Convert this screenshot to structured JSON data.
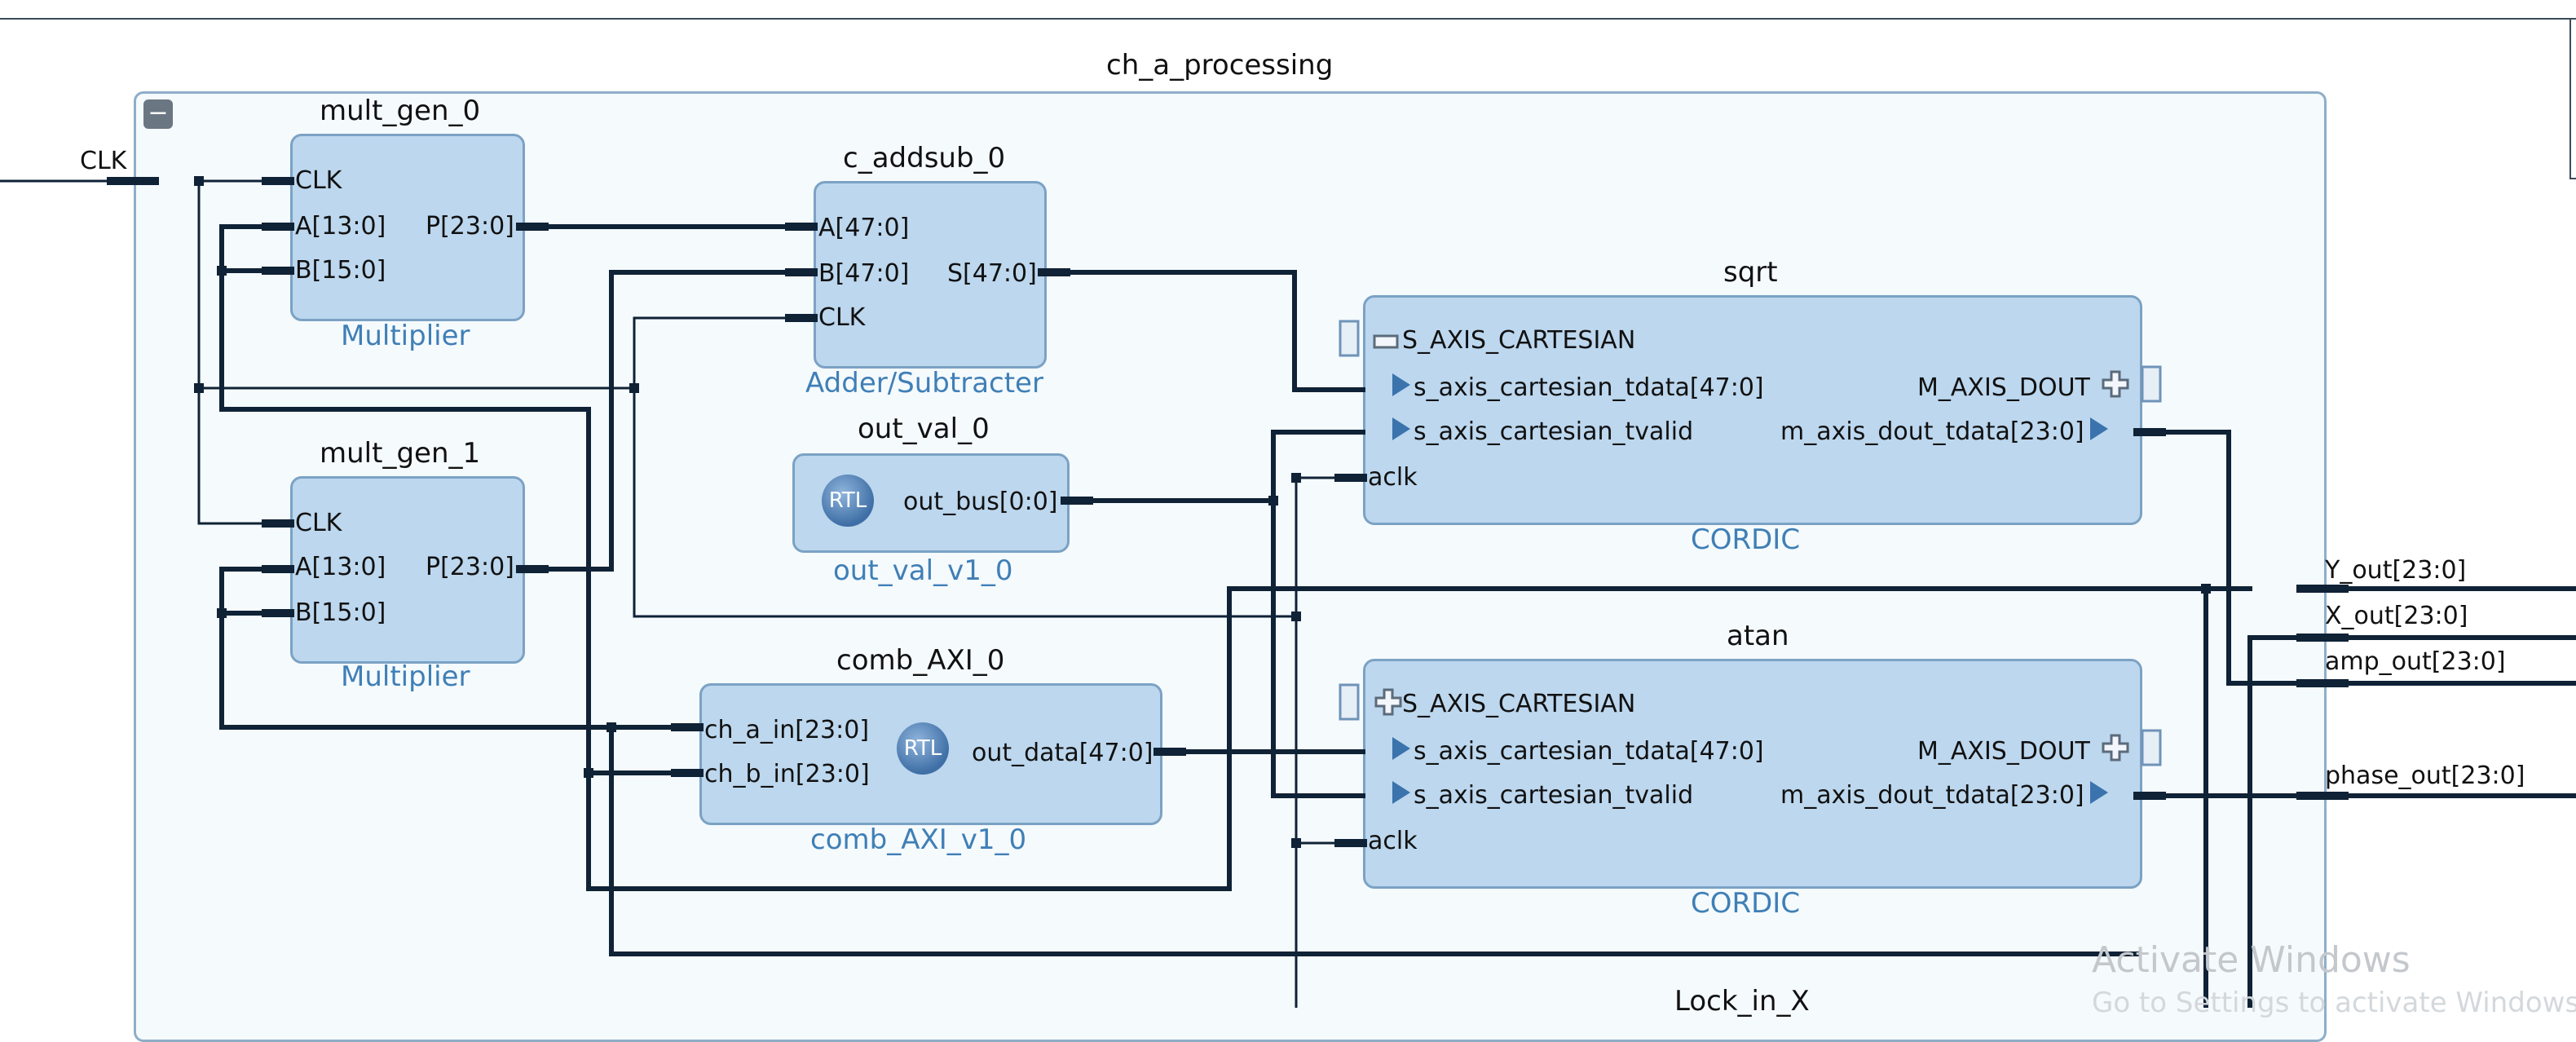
{
  "diagram": {
    "hierarchy_title": "ch_a_processing",
    "collapse_symbol": "−",
    "external_inputs": {
      "clk": "CLK"
    },
    "external_outputs": {
      "y_out": "Y_out[23:0]",
      "x_out": "X_out[23:0]",
      "amp_out": "amp_out[23:0]",
      "phase_out": "phase_out[23:0]"
    },
    "blocks": {
      "mult_gen_0": {
        "name": "mult_gen_0",
        "type": "Multiplier",
        "pins": {
          "clk": "CLK",
          "a": "A[13:0]",
          "b": "B[15:0]",
          "p": "P[23:0]"
        }
      },
      "mult_gen_1": {
        "name": "mult_gen_1",
        "type": "Multiplier",
        "pins": {
          "clk": "CLK",
          "a": "A[13:0]",
          "b": "B[15:0]",
          "p": "P[23:0]"
        }
      },
      "c_addsub_0": {
        "name": "c_addsub_0",
        "type": "Adder/Subtracter",
        "pins": {
          "a": "A[47:0]",
          "b": "B[47:0]",
          "clk": "CLK",
          "s": "S[47:0]"
        }
      },
      "out_val_0": {
        "name": "out_val_0",
        "type": "out_val_v1_0",
        "badge": "RTL",
        "pins": {
          "out_bus": "out_bus[0:0]"
        }
      },
      "comb_axi_0": {
        "name": "comb_AXI_0",
        "type": "comb_AXI_v1_0",
        "badge": "RTL",
        "pins": {
          "ch_a_in": "ch_a_in[23:0]",
          "ch_b_in": "ch_b_in[23:0]",
          "out_data": "out_data[47:0]"
        }
      },
      "sqrt": {
        "name": "sqrt",
        "type": "CORDIC",
        "pins": {
          "s_axis": "S_AXIS_CARTESIAN",
          "tdata": "s_axis_cartesian_tdata[47:0]",
          "tvalid": "s_axis_cartesian_tvalid",
          "aclk": "aclk",
          "m_axis": "M_AXIS_DOUT",
          "dout": "m_axis_dout_tdata[23:0]"
        }
      },
      "atan": {
        "name": "atan",
        "type": "CORDIC",
        "pins": {
          "s_axis": "S_AXIS_CARTESIAN",
          "tdata": "s_axis_cartesian_tdata[47:0]",
          "tvalid": "s_axis_cartesian_tvalid",
          "aclk": "aclk",
          "m_axis": "M_AXIS_DOUT",
          "dout": "m_axis_dout_tdata[23:0]"
        }
      }
    },
    "partial_label_bottom": "Lock_in_X"
  },
  "watermark": {
    "line1": "Activate Windows",
    "line2": "Go to Settings to activate Windows."
  },
  "colors": {
    "wire": "#0f2236",
    "block_fill": "#bcd7ee",
    "block_border": "#7ba2c4",
    "type_text": "#3f7fb6",
    "hier_fill": "#f5fafd"
  }
}
